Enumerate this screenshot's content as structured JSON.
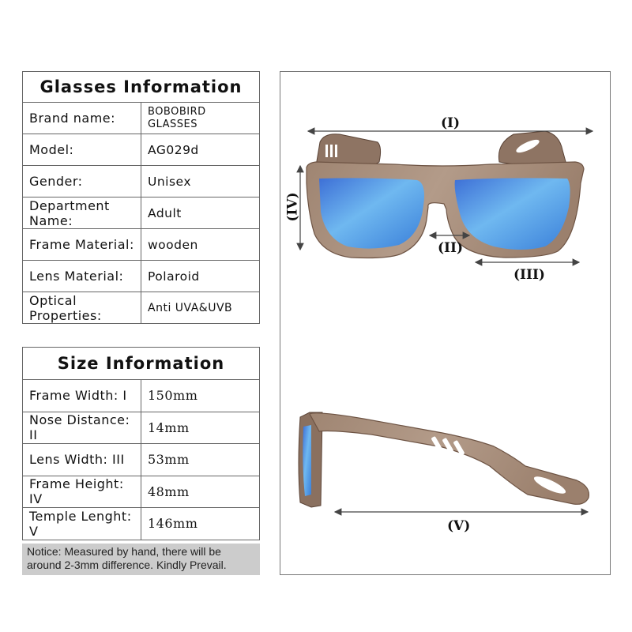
{
  "glasses_info": {
    "title": "Glasses  Information",
    "rows": [
      {
        "label": "Brand name:",
        "value": "BOBOBIRD GLASSES"
      },
      {
        "label": "Model:",
        "value": "AG029d"
      },
      {
        "label": "Gender:",
        "value": "Unisex"
      },
      {
        "label": "Department Name:",
        "value": "Adult"
      },
      {
        "label": "Frame Material:",
        "value": "wooden"
      },
      {
        "label": "Lens Material:",
        "value": "Polaroid"
      },
      {
        "label": "Optical Properties:",
        "value": "Anti UVA&UVB"
      }
    ]
  },
  "size_info": {
    "title": "Size  Information",
    "rows": [
      {
        "label": "Frame Width: I",
        "value": "150mm"
      },
      {
        "label": "Nose Distance: II",
        "value": "14mm"
      },
      {
        "label": "Lens Width: III",
        "value": "53mm"
      },
      {
        "label": "Frame Height: IV",
        "value": "48mm"
      },
      {
        "label": "Temple Lenght: V",
        "value": "146mm"
      }
    ]
  },
  "notice": "Notice: Measured by hand, there will be around 2-3mm difference. Kindly Prevail.",
  "diagram": {
    "labels": {
      "I": "(I)",
      "II": "(II)",
      "III": "(III)",
      "IV": "(IV)",
      "V": "(V)"
    },
    "colors": {
      "wood": "#a88f7c",
      "wood_dark": "#6e5444",
      "lens": "#5aa6e8",
      "lens_dark": "#3d6fd6",
      "arrow": "#444444"
    }
  }
}
